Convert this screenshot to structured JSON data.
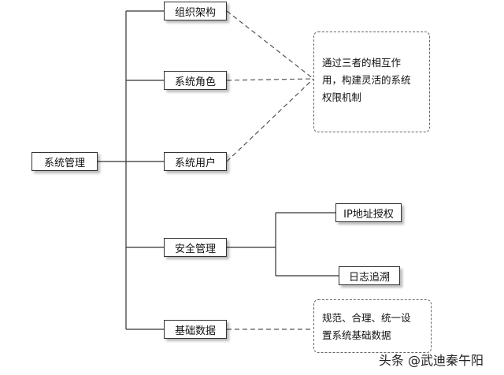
{
  "root": {
    "label": "系统管理"
  },
  "branches": [
    {
      "id": "org",
      "label": "组织架构"
    },
    {
      "id": "role",
      "label": "系统角色"
    },
    {
      "id": "user",
      "label": "系统用户"
    },
    {
      "id": "security",
      "label": "安全管理",
      "children": [
        {
          "label": "IP地址授权"
        },
        {
          "label": "日志追溯"
        }
      ]
    },
    {
      "id": "basedata",
      "label": "基础数据"
    }
  ],
  "notes": {
    "relation": {
      "lines": [
        "通过三者的相互作",
        "用，构建灵活的系统",
        "权限机制"
      ]
    },
    "basedata": {
      "lines": [
        "规范、合理、统一设",
        "置系统基础数据"
      ]
    }
  },
  "watermark": {
    "text": "头条 @武迪秦午阳"
  }
}
